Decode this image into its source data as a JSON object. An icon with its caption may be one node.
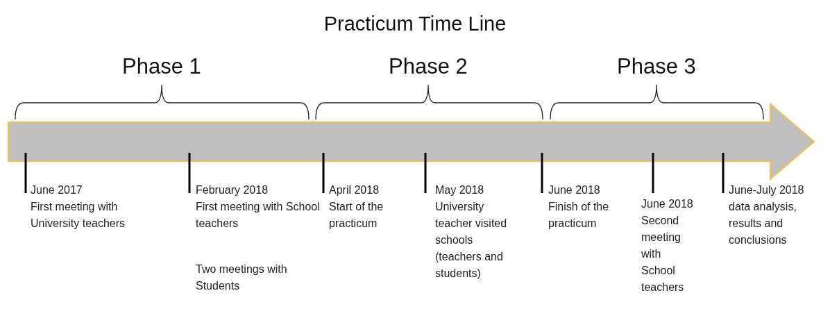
{
  "diagram": {
    "title": "Practicum Time Line",
    "labels": [
      "Phase 1",
      "Phase 2",
      "Phase 3",
      "June 2017",
      "First meeting with University teachers",
      "February 2018",
      "First meeting with School teachers",
      "Two meetings with Students",
      "April 2018",
      "Start of the practicum",
      "May 2018",
      "University teacher visited schools (teachers and students)",
      "June 2018",
      "Finish of the practicum",
      "June 2018",
      "Second meeting with School teachers",
      "June-July 2018",
      "data analysis, results and conclusions"
    ]
  }
}
